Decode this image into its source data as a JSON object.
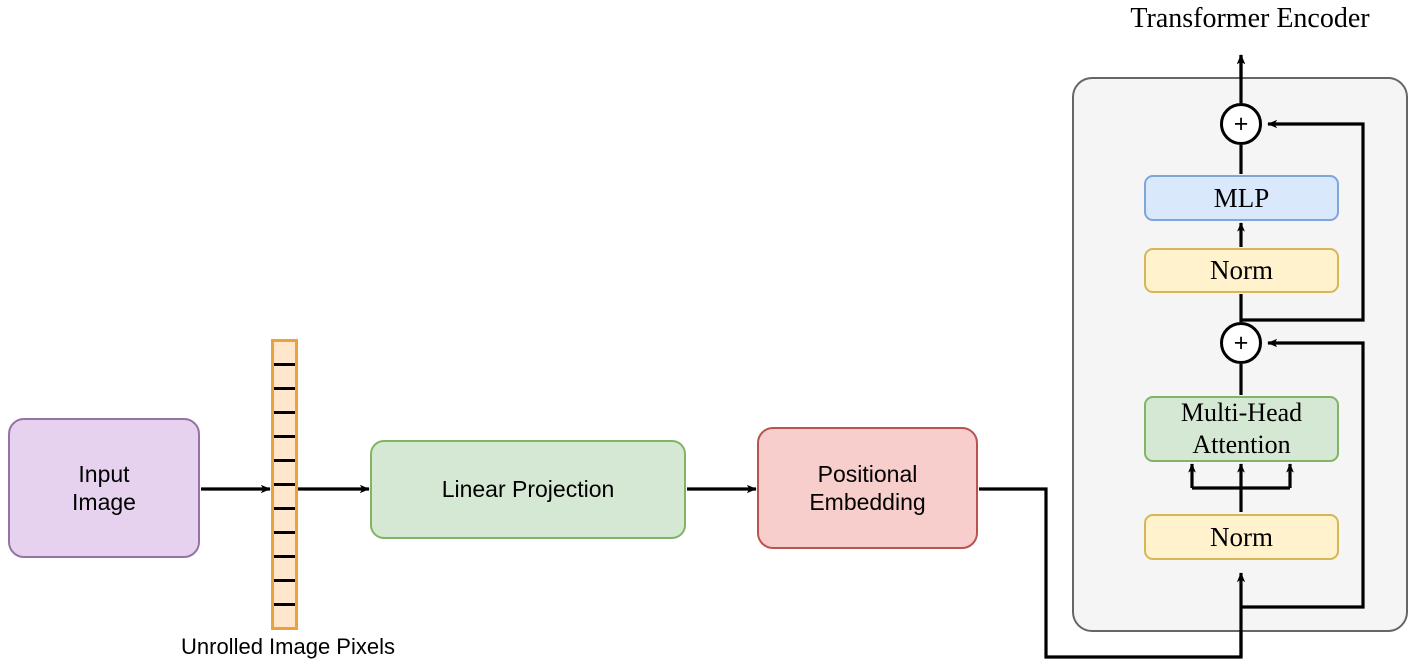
{
  "diagram": {
    "type": "vision-transformer-architecture",
    "title": "Transformer Encoder",
    "pipeline": [
      {
        "id": "input-image",
        "label": "Input\nImage",
        "fill": "#e6d2ef",
        "stroke": "#9673a6"
      },
      {
        "id": "unrolled-pixels",
        "label": "Unrolled Image Pixels",
        "fill": "#ffe6cc",
        "stroke": "#e8a33d",
        "cells": 12
      },
      {
        "id": "linear-projection",
        "label": "Linear Projection",
        "fill": "#d5e8d4",
        "stroke": "#82b366"
      },
      {
        "id": "positional-embedding",
        "label": "Positional\nEmbedding",
        "fill": "#f8cecc",
        "stroke": "#b85450"
      }
    ],
    "encoder": {
      "title": "Transformer Encoder",
      "panel_fill": "#f5f5f5",
      "panel_stroke": "#666666",
      "blocks": [
        {
          "id": "adder-top",
          "label": "+",
          "shape": "circle"
        },
        {
          "id": "mlp",
          "label": "MLP",
          "fill": "#dae8fc",
          "stroke": "#7ea6d9"
        },
        {
          "id": "norm-top",
          "label": "Norm",
          "fill": "#fff2cc",
          "stroke": "#d6b656"
        },
        {
          "id": "adder-bottom",
          "label": "+",
          "shape": "circle"
        },
        {
          "id": "multi-head-attention",
          "label": "Multi-Head\nAttention",
          "fill": "#d5e8d4",
          "stroke": "#82b366"
        },
        {
          "id": "norm-bottom",
          "label": "Norm",
          "fill": "#fff2cc",
          "stroke": "#d6b656"
        }
      ]
    },
    "labels": {
      "input_image_line1": "Input",
      "input_image_line2": "Image",
      "unrolled_caption": "Unrolled Image Pixels",
      "linear_projection": "Linear Projection",
      "positional_embedding_line1": "Positional",
      "positional_embedding_line2": "Embedding",
      "encoder_title": "Transformer Encoder",
      "mlp": "MLP",
      "norm_top": "Norm",
      "mha_line1": "Multi-Head",
      "mha_line2": "Attention",
      "norm_bottom": "Norm",
      "plus_top": "+",
      "plus_bottom": "+"
    },
    "connections": [
      {
        "from": "input-image",
        "to": "unrolled-pixels",
        "style": "arrow"
      },
      {
        "from": "unrolled-pixels",
        "to": "linear-projection",
        "style": "arrow"
      },
      {
        "from": "linear-projection",
        "to": "positional-embedding",
        "style": "arrow"
      },
      {
        "from": "positional-embedding",
        "to": "norm-bottom",
        "style": "orthogonal-arrow"
      },
      {
        "from": "norm-bottom",
        "to": "multi-head-attention",
        "style": "three-arrows-qkv"
      },
      {
        "from": "multi-head-attention",
        "to": "adder-bottom",
        "style": "line"
      },
      {
        "from": "encoder-input",
        "to": "adder-bottom",
        "style": "skip-connection"
      },
      {
        "from": "adder-bottom",
        "to": "norm-top",
        "style": "line"
      },
      {
        "from": "norm-top",
        "to": "mlp",
        "style": "arrow"
      },
      {
        "from": "mlp",
        "to": "adder-top",
        "style": "line"
      },
      {
        "from": "adder-bottom",
        "to": "adder-top",
        "style": "skip-connection"
      },
      {
        "from": "adder-top",
        "to": "encoder-output",
        "style": "arrow-up"
      }
    ]
  }
}
